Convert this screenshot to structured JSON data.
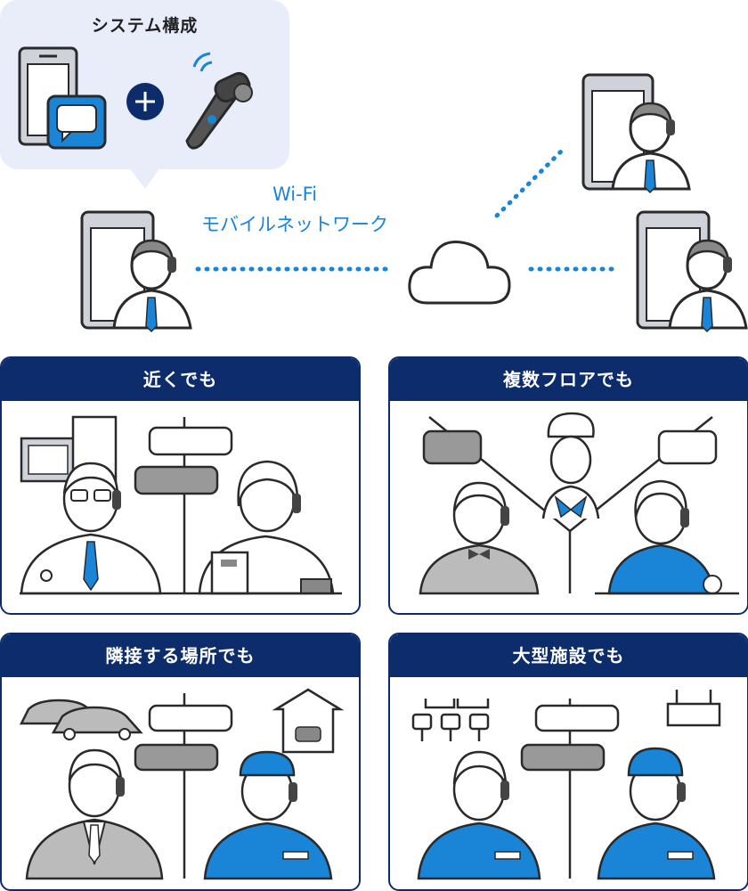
{
  "system": {
    "title": "システム構成"
  },
  "network": {
    "line1": "Wi-Fi",
    "line2": "モバイルネットワーク"
  },
  "panels": [
    {
      "title": "近くでも"
    },
    {
      "title": "複数フロアでも"
    },
    {
      "title": "隣接する場所でも"
    },
    {
      "title": "大型施設でも"
    }
  ],
  "colors": {
    "navy": "#0d2c6c",
    "blue": "#1a84d6",
    "bubble": "#e8edf9"
  },
  "icons": [
    "smartphone-icon",
    "chat-bubble-icon",
    "plus-icon",
    "headset-icon",
    "cloud-icon",
    "person-icon"
  ]
}
